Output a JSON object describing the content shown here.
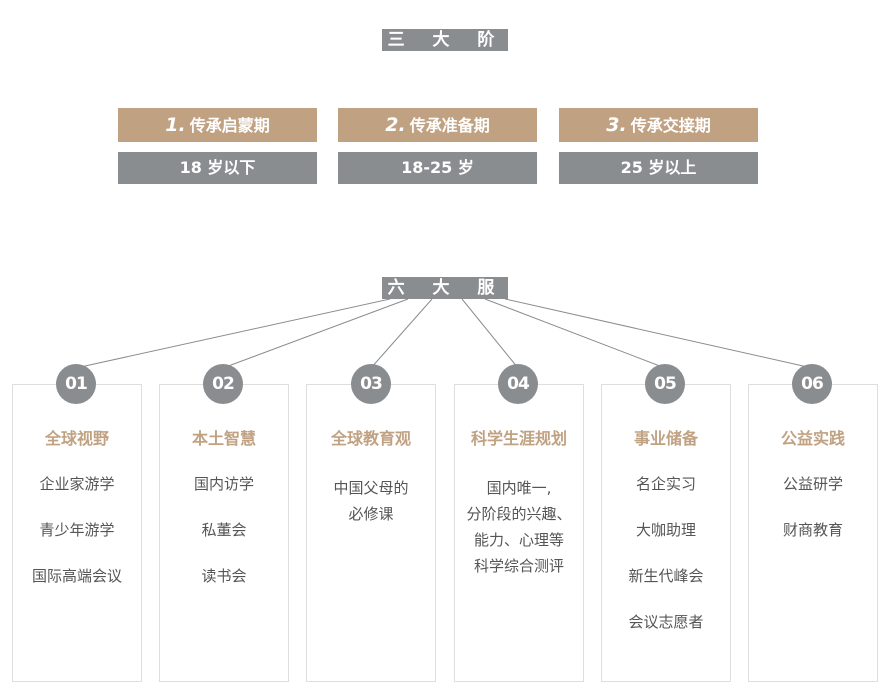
{
  "stages_title": "三 大 阶 段",
  "stages": [
    {
      "number": "1.",
      "name": "传承启蒙期",
      "age": "18 岁以下"
    },
    {
      "number": "2.",
      "name": "传承准备期",
      "age": "18-25 岁"
    },
    {
      "number": "3.",
      "name": "传承交接期",
      "age": "25 岁以上"
    }
  ],
  "services_title": "六 大 服 务",
  "services": [
    {
      "number": "01",
      "title": "全球视野",
      "items": [
        "企业家游学",
        "青少年游学",
        "国际高端会议"
      ]
    },
    {
      "number": "02",
      "title": "本土智慧",
      "items": [
        "国内访学",
        "私董会",
        "读书会"
      ]
    },
    {
      "number": "03",
      "title": "全球教育观",
      "lines": [
        "中国父母的",
        "必修课"
      ]
    },
    {
      "number": "04",
      "title": "科学生涯规划",
      "lines": [
        "国内唯一,",
        "分阶段的兴趣、",
        "能力、心理等",
        "科学综合测评"
      ]
    },
    {
      "number": "05",
      "title": "事业储备",
      "items": [
        "名企实习",
        "大咖助理",
        "新生代峰会",
        "会议志愿者"
      ]
    },
    {
      "number": "06",
      "title": "公益实践",
      "items": [
        "公益研学",
        "财商教育"
      ]
    }
  ],
  "colors": {
    "accent": "#c0a283",
    "gray": "#8a8d90",
    "border": "#dedede"
  }
}
